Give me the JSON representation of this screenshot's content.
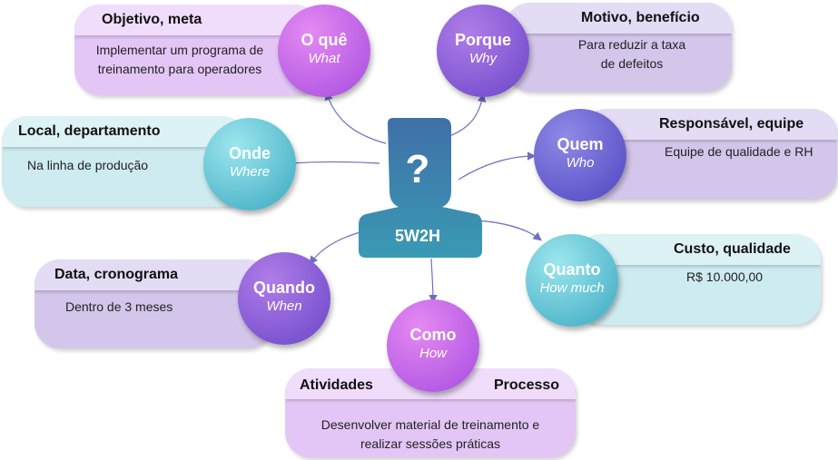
{
  "center": {
    "symbol": "?",
    "label": "5W2H"
  },
  "nodes": {
    "what": {
      "title": "O quê",
      "subtitle": "What"
    },
    "why": {
      "title": "Porque",
      "subtitle": "Why"
    },
    "where": {
      "title": "Onde",
      "subtitle": "Where"
    },
    "who": {
      "title": "Quem",
      "subtitle": "Who"
    },
    "when": {
      "title": "Quando",
      "subtitle": "When"
    },
    "how_much": {
      "title": "Quanto",
      "subtitle": "How much"
    },
    "how": {
      "title": "Como",
      "subtitle": "How"
    }
  },
  "cards": {
    "what": {
      "header": "Objetivo, meta",
      "lines": [
        "Implementar um programa de",
        "treinamento para operadores"
      ]
    },
    "why": {
      "header": "Motivo, benefício",
      "lines": [
        "Para reduzir a taxa",
        "de defeitos"
      ]
    },
    "where": {
      "header": "Local, departamento",
      "lines": [
        "Na linha de produção"
      ]
    },
    "who": {
      "header": "Responsável, equipe",
      "lines": [
        "Equipe de qualidade e RH"
      ]
    },
    "when": {
      "header": "Data, cronograma",
      "lines": [
        "Dentro de 3 meses"
      ]
    },
    "how_much": {
      "header": "Custo, qualidade",
      "lines": [
        "R$ 10.000,00"
      ]
    },
    "how": {
      "header_left": "Atividades",
      "header_right": "Processo",
      "lines": [
        "Desenvolver material de treinamento e",
        "realizar sessões práticas"
      ]
    }
  },
  "colors": {
    "purple_card": "#e3c6f6",
    "purple_header": "#f0dcfb",
    "lavender_card": "#d3c6ea",
    "lavender_header": "#e4dbf4",
    "teal_card": "#cdebf0",
    "teal_header": "#ddf2f5",
    "person": "#3a84aa",
    "arrows": "#6f6fc0"
  }
}
